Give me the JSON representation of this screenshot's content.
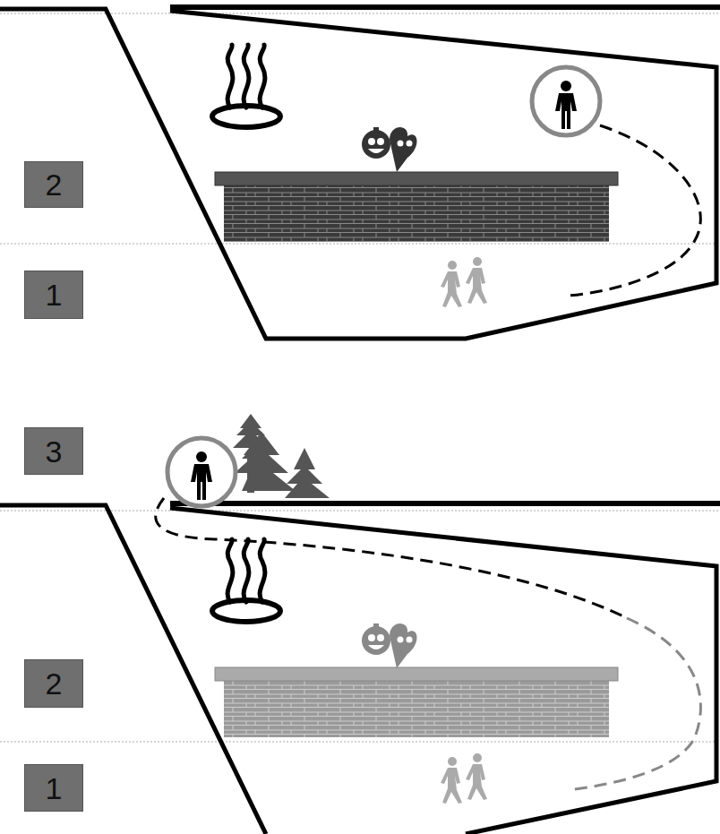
{
  "diagram": {
    "nodes": [
      {
        "text": [
          "2"
        ]
      },
      {
        "text": [
          "1"
        ]
      },
      {
        "text": [
          "3"
        ]
      },
      {
        "text": [
          "2"
        ]
      },
      {
        "text": [
          "1"
        ]
      }
    ]
  }
}
